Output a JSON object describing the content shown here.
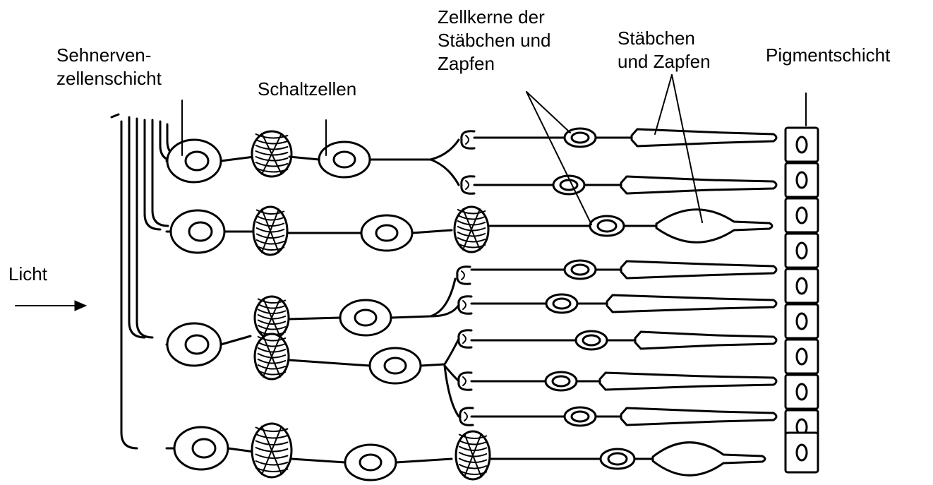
{
  "labels": {
    "sehnerv": [
      "Sehnerven-",
      "zellenschicht"
    ],
    "schalt": [
      "Schaltzellen"
    ],
    "zellkerne": [
      "Zellkerne der",
      "Stäbchen und",
      "Zapfen"
    ],
    "staebchen": [
      "Stäbchen",
      "und Zapfen"
    ],
    "pigment": [
      "Pigmentschicht"
    ],
    "licht": [
      "Licht"
    ]
  },
  "colors": {
    "ink": "#000000",
    "paper": "#ffffff"
  }
}
